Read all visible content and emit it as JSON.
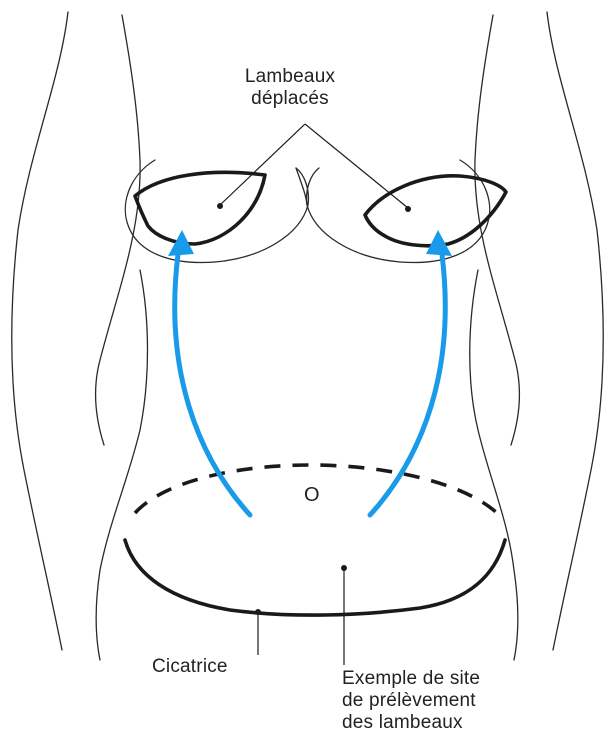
{
  "labels": {
    "flaps_line1": "Lambeaux",
    "flaps_line2": "déplacés",
    "navel": "O",
    "scar": "Cicatrice",
    "site_line1": "Exemple de site",
    "site_line2": "de prélèvement",
    "site_line3": "des lambeaux"
  },
  "colors": {
    "arrow": "#1a9bea",
    "outline": "#2a2a2a",
    "text": "#222222"
  }
}
